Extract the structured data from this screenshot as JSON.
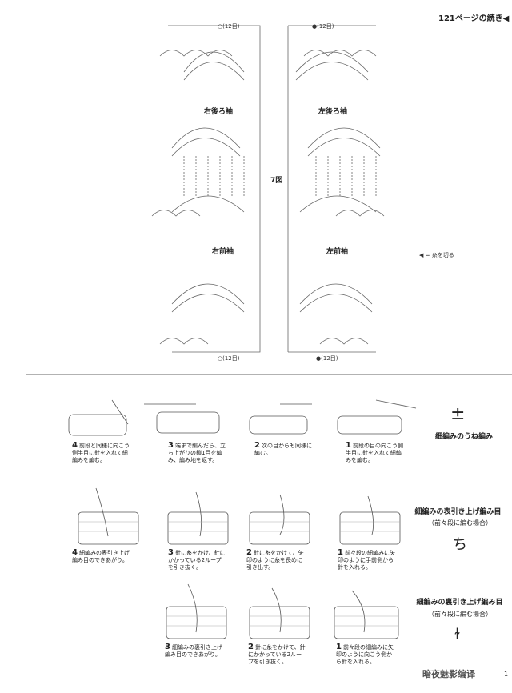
{
  "header": {
    "continue": "121ページの続き◀"
  },
  "chart": {
    "top_left_count": "○(12目)",
    "top_right_count": "●(12目)",
    "bottom_left_count": "○(12目)",
    "bottom_right_count": "●(12目)",
    "right_back_sleeve": "右後ろ袖",
    "left_back_sleeve": "左後ろ袖",
    "right_front_sleeve": "右前袖",
    "left_front_sleeve": "左前袖",
    "figure_label": "7図",
    "legend_cut": "◀ = 糸を切る"
  },
  "stitches": [
    {
      "title": "細編みのうね編み",
      "subtitle": "",
      "symbol": "±",
      "steps": [
        {
          "num": "1",
          "text": "前段の目の向こう側半目に針を入れて細編みを編む。"
        },
        {
          "num": "2",
          "text": "次の目からも同様に編む。"
        },
        {
          "num": "3",
          "text": "端まで編んだら、立ち上がりの鎖1目を編み、編み地を返す。"
        },
        {
          "num": "4",
          "text": "前段と同様に向こう側半目に針を入れて細編みを編む。"
        }
      ]
    },
    {
      "title": "細編みの表引き上げ編み目",
      "subtitle": "（前々段に編む場合）",
      "symbol": "ち",
      "steps": [
        {
          "num": "1",
          "text": "前々段の細編みに矢印のように手前側から針を入れる。"
        },
        {
          "num": "2",
          "text": "針に糸をかけて、矢印のように糸を長めに引き出す。"
        },
        {
          "num": "3",
          "text": "針に糸をかけ、針にかかっている2ループを引き抜く。"
        },
        {
          "num": "4",
          "text": "細編みの表引き上げ編み目のできあがり。"
        }
      ]
    },
    {
      "title": "細編みの裏引き上げ編み目",
      "subtitle": "（前々段に編む場合）",
      "symbol": "ɫ",
      "steps": [
        {
          "num": "1",
          "text": "前々段の細編みに矢印のように向こう側から針を入れる。"
        },
        {
          "num": "2",
          "text": "針に糸をかけて、針にかかっている2ループを引き抜く。"
        },
        {
          "num": "3",
          "text": "細編みの裏引き上げ編み目のできあがり。"
        }
      ]
    }
  ],
  "footer": {
    "watermark": "暗夜魅影编译",
    "page": "1"
  }
}
